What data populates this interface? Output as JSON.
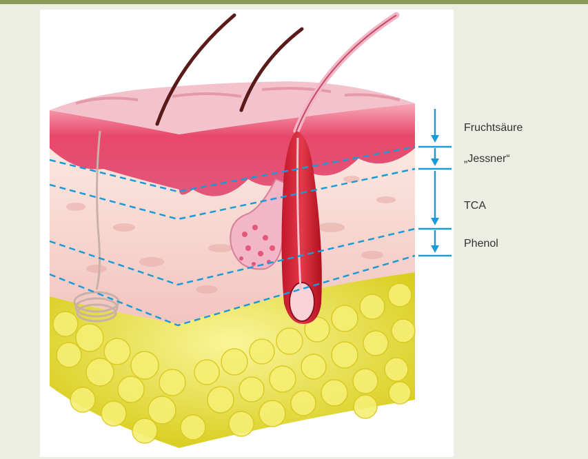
{
  "header": {
    "title": "",
    "color": "#8a9a5b"
  },
  "figure": {
    "background": "#ffffff"
  },
  "peel_layers": [
    {
      "label": "Fruchtsäure"
    },
    {
      "label": "„Jessner“"
    },
    {
      "label": "TCA"
    },
    {
      "label": "Phenol"
    }
  ],
  "colors": {
    "marker": "#1a9ad6",
    "epidermis": "#e24a6a",
    "dermis": "#f4d2cc",
    "fat": "#e9e43a",
    "hair": "#5b1a1a"
  }
}
